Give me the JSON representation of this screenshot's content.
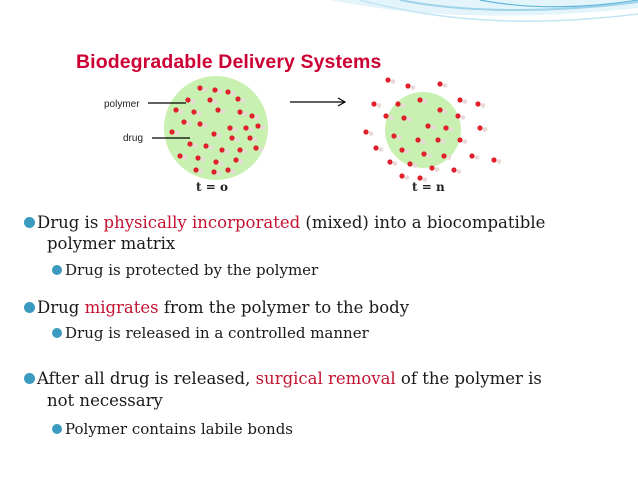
{
  "colors": {
    "accent": "#cc0033",
    "bullet": "#3a9abf",
    "polymer": "#c8f0b0",
    "drug": "#e0202a"
  },
  "title": "Biodegradable Delivery Systems",
  "diagram": {
    "label_polymer": "polymer",
    "label_drug": "drug",
    "time_start": "t = o",
    "time_end": "t = n"
  },
  "bullets": [
    {
      "pre": "Drug is ",
      "highlight": "physically incorporated",
      "post": " (mixed) into a biocompatible",
      "line2_pre": "polymer matrix",
      "line2_highlight": "",
      "line2_post": "",
      "sub": "Drug is protected by the polymer"
    },
    {
      "pre": "Drug ",
      "highlight": "migrates",
      "post": " from the polymer to the body",
      "sub": "Drug is released in a controlled manner"
    },
    {
      "pre": "After all drug is released, ",
      "highlight": "surgical removal",
      "post": " of the polymer is",
      "line2_pre": "",
      "line2_highlight": "not necessary",
      "line2_post": "",
      "sub": "Polymer contains labile bonds"
    }
  ]
}
